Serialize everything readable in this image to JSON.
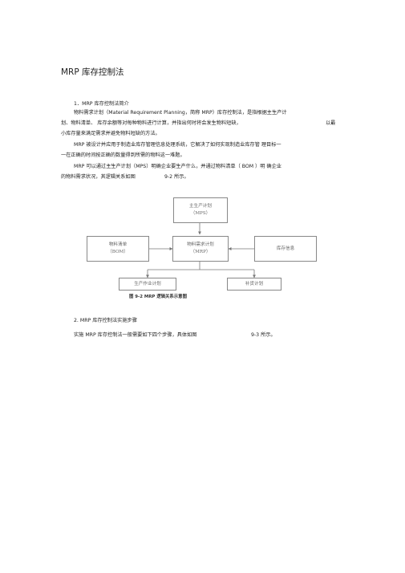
{
  "title": "MRP 库存控制法",
  "section1": {
    "heading": "1．MRP 库存控制法简介",
    "lines": [
      "物料需求计划（Material Requirement Planning，简称 MRP）库存控制法，是指根据主生产计",
      "划、物料清单、 库存余额等对每种物料进行计算，并指出何时将会发生物料短缺，",
      "以最",
      "小库存量来满足需求并避免物料短缺的方法。",
      "MRP 被设计并应用于制造业库存管理信息处理系统，它解决了如何实现制造业库存管 理目标一",
      "一在正确的时间按正确的数量得到所需的物料这一难题。",
      "MRP 可以通过主生产计划（MPS）明确企业要生产什么，并通过物料清单（ BOM ）明 确企业",
      "的物料需求状况，其逻辑关系如图",
      "9-2 所示。"
    ]
  },
  "diagram": {
    "mps": {
      "line1": "主生产计划",
      "line2": "（MPS）"
    },
    "bom": {
      "line1": "物料清单",
      "line2": "（BOM）"
    },
    "mrp": {
      "line1": "物料需求计划",
      "line2": "（MRP）"
    },
    "inventory": {
      "line1": "库存信息"
    },
    "production": {
      "line1": "生产作业计划"
    },
    "replenish": {
      "line1": "补货计划"
    },
    "caption": "图 9-2 MRP 逻辑关系示意图"
  },
  "section2": {
    "heading": "2. MRP 库存控制法实施步骤",
    "line": "实施 MRP 库存控制法一般需要如下四个步骤，具体如图",
    "ref": "9-3 所示。"
  }
}
